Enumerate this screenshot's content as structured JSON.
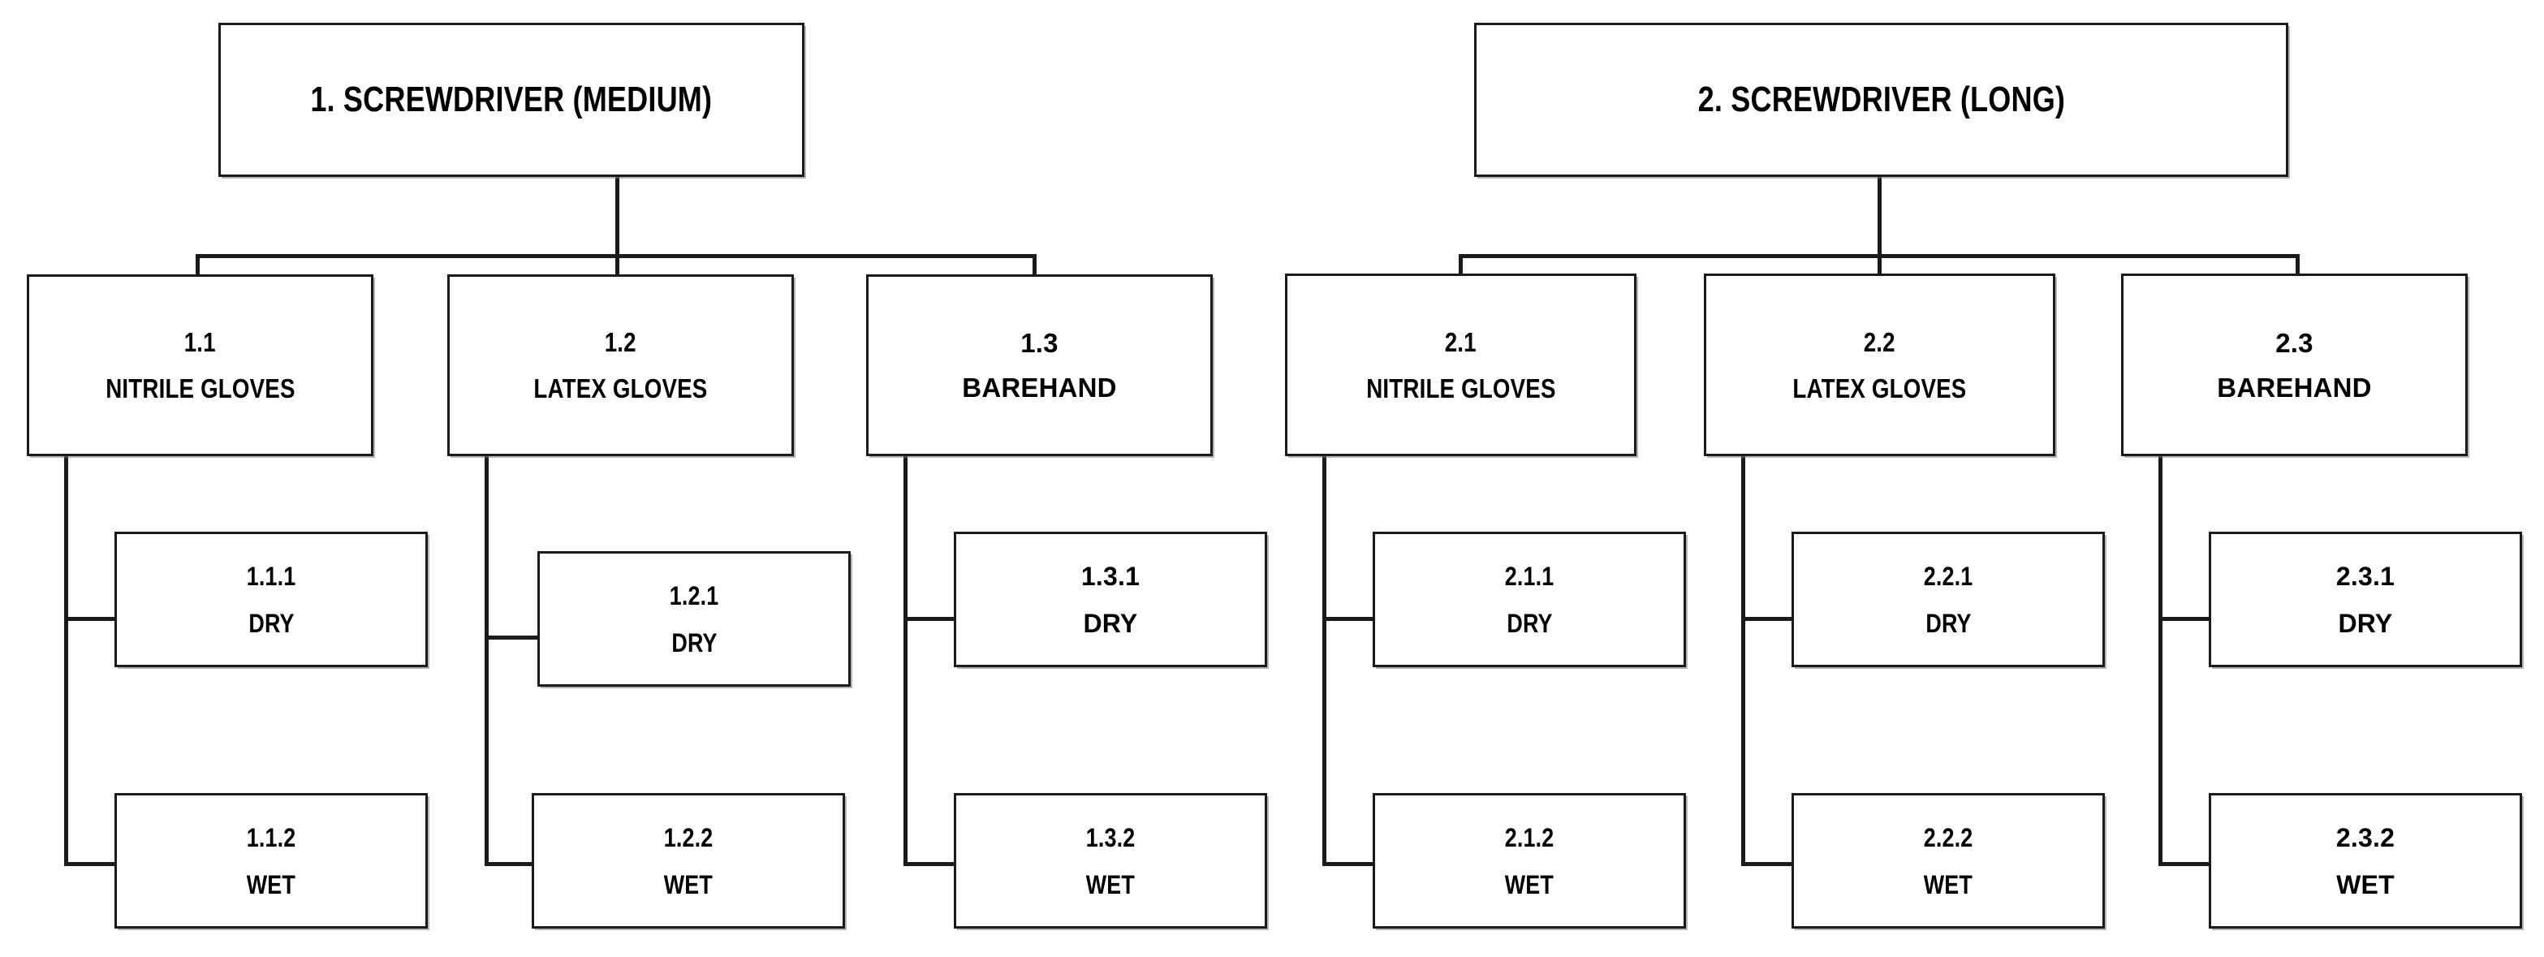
{
  "diagram": {
    "type": "tree",
    "orientation": "top-down",
    "title_present": false,
    "colors": {
      "background": "#ffffff",
      "box_fill": "#ffffff",
      "box_border": "#1b1b1b",
      "connector": "#1b1b1b",
      "text": "#000000"
    },
    "trees": [
      {
        "id": "tree-1",
        "root": {
          "number": "1.",
          "label": "SCREWDRIVER (MEDIUM)",
          "full_text": "1. SCREWDRIVER (MEDIUM)"
        },
        "children": [
          {
            "number": "1.1",
            "label": "NITRILE GLOVES",
            "leaves": [
              {
                "number": "1.1.1",
                "label": "DRY"
              },
              {
                "number": "1.1.2",
                "label": "WET"
              }
            ]
          },
          {
            "number": "1.2",
            "label": "LATEX GLOVES",
            "leaves": [
              {
                "number": "1.2.1",
                "label": "DRY"
              },
              {
                "number": "1.2.2",
                "label": "WET"
              }
            ]
          },
          {
            "number": "1.3",
            "label": "BAREHAND",
            "leaves": [
              {
                "number": "1.3.1",
                "label": "DRY"
              },
              {
                "number": "1.3.2",
                "label": "WET"
              }
            ]
          }
        ]
      },
      {
        "id": "tree-2",
        "root": {
          "number": "2.",
          "label": "SCREWDRIVER (LONG)",
          "full_text": "2. SCREWDRIVER (LONG)"
        },
        "children": [
          {
            "number": "2.1",
            "label": "NITRILE GLOVES",
            "leaves": [
              {
                "number": "2.1.1",
                "label": "DRY"
              },
              {
                "number": "2.1.2",
                "label": "WET"
              }
            ]
          },
          {
            "number": "2.2",
            "label": "LATEX GLOVES",
            "leaves": [
              {
                "number": "2.2.1",
                "label": "DRY"
              },
              {
                "number": "2.2.2",
                "label": "WET"
              }
            ]
          },
          {
            "number": "2.3",
            "label": "BAREHAND",
            "leaves": [
              {
                "number": "2.3.1",
                "label": "DRY"
              },
              {
                "number": "2.3.2",
                "label": "WET"
              }
            ]
          }
        ]
      }
    ]
  }
}
